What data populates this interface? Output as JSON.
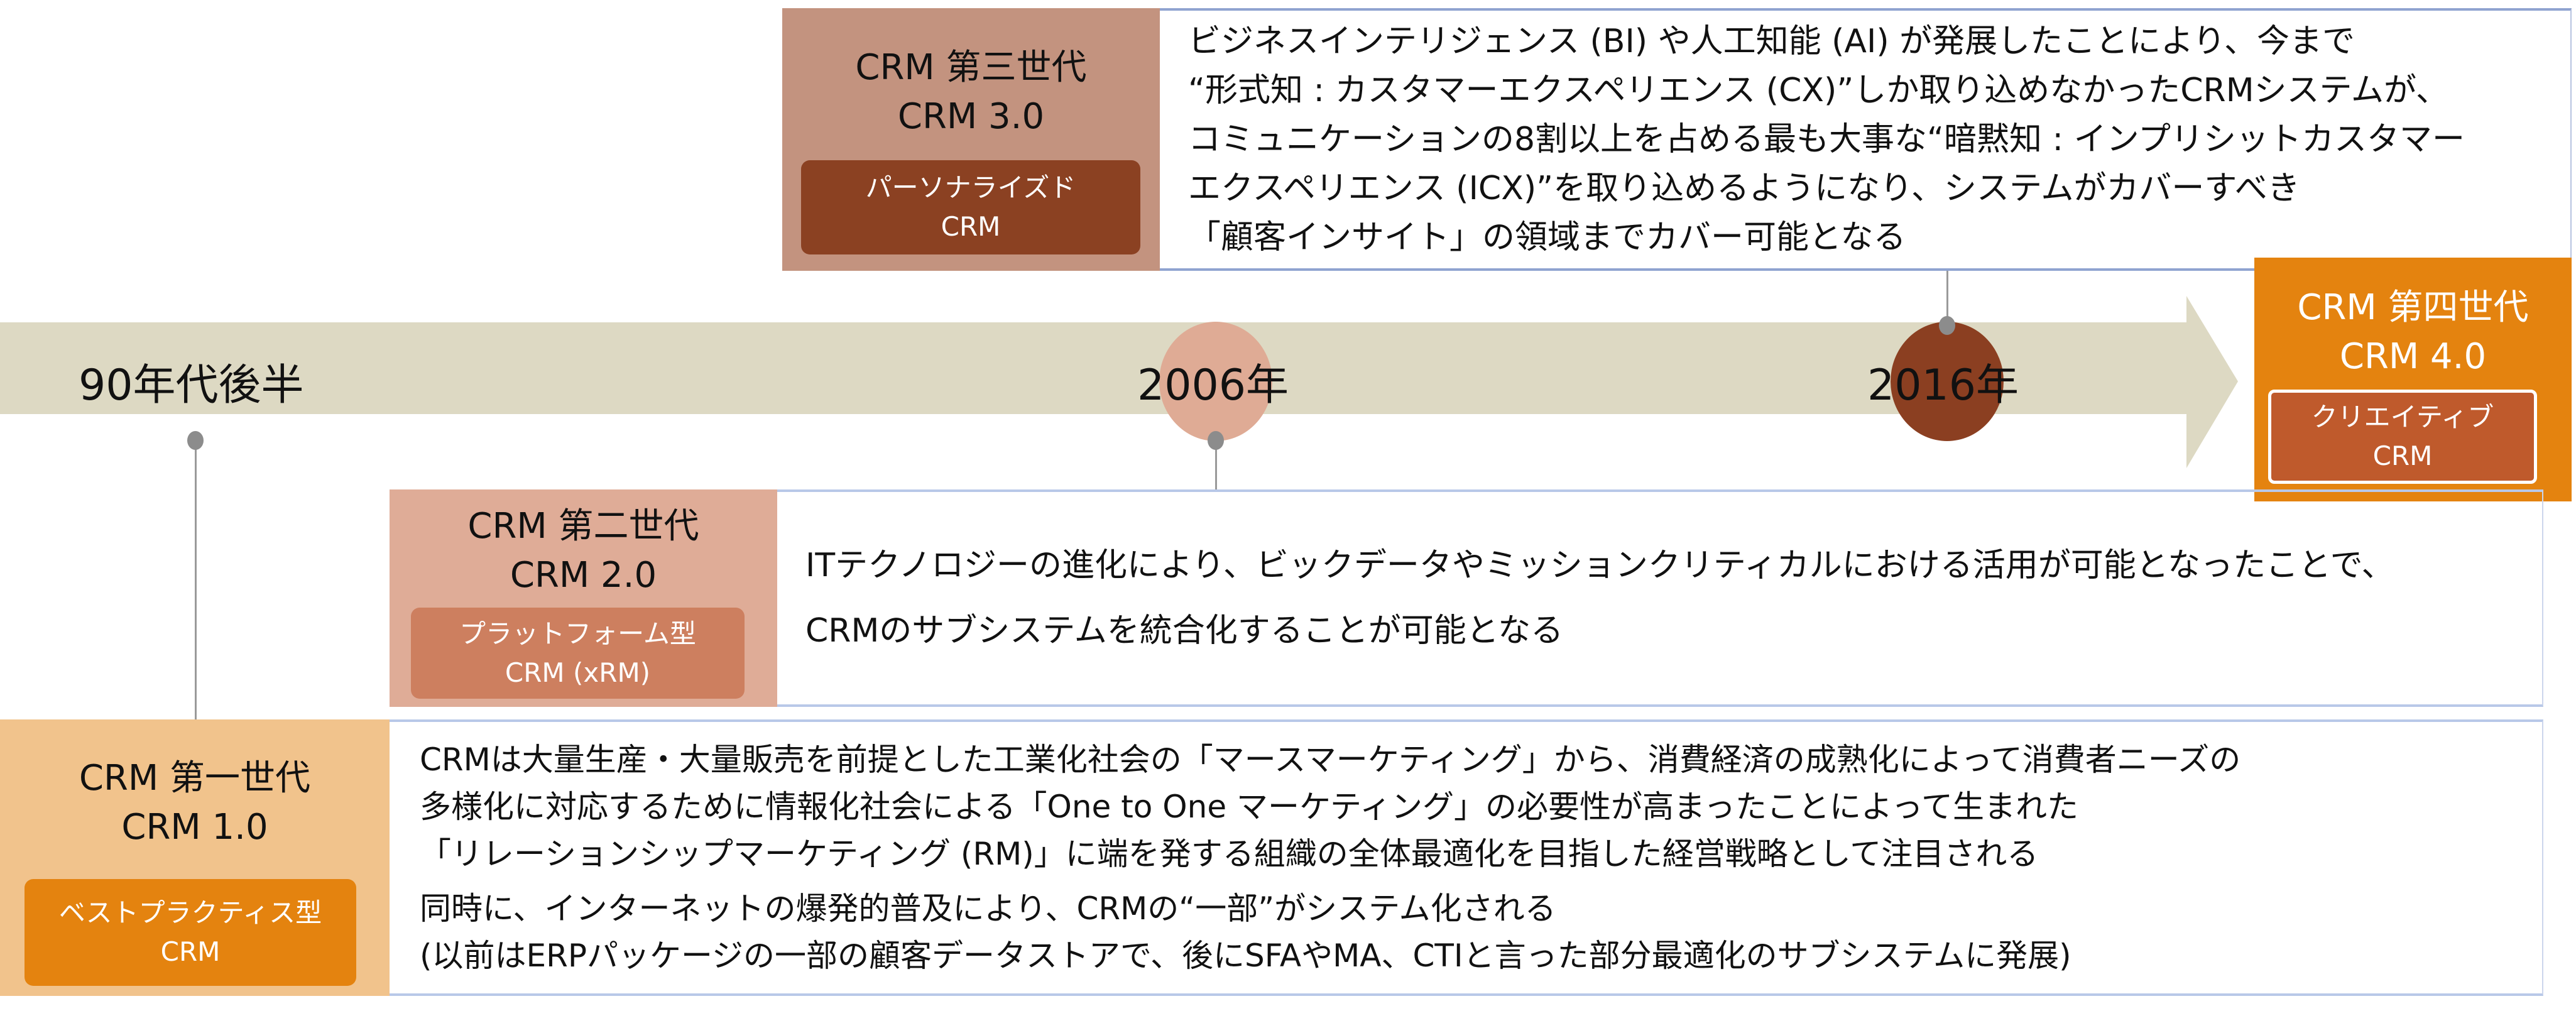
{
  "timeline": {
    "start_label": "90年代後半",
    "mark_2006": "2006年",
    "mark_2016": "2016年"
  },
  "generations": [
    {
      "title": "CRM 第一世代",
      "version": "CRM 1.0",
      "badge": [
        "ベストプラクティス型",
        "CRM"
      ],
      "description": [
        "CRMは大量生産・大量販売を前提とした工業化社会の「マースマーケティング」から、消費経済の成熟化によって消費者ニーズの",
        "多様化に対応するために情報化社会による「One to One マーケティング」の必要性が高まったことによって生まれた",
        "「リレーションシップマーケティング (RM)」に端を発する組織の全体最適化を目指した経営戦略として注目される",
        "同時に、インターネットの爆発的普及により、CRMの“一部”がシステム化される",
        "(以前はERPパッケージの一部の顧客データストアで、後にSFAやMA、CTIと言った部分最適化のサブシステムに発展)"
      ]
    },
    {
      "title": "CRM 第二世代",
      "version": "CRM 2.0",
      "badge": [
        "プラットフォーム型",
        "CRM (xRM)"
      ],
      "description": [
        "ITテクノロジーの進化により、ビックデータやミッションクリティカルにおける活用が可能となったことで、",
        "CRMのサブシステムを統合化することが可能となる"
      ]
    },
    {
      "title": "CRM 第三世代",
      "version": "CRM 3.0",
      "badge": [
        "パーソナライズド",
        "CRM"
      ],
      "description": [
        "ビジネスインテリジェンス (BI) や人工知能 (AI) が発展したことにより、今まで",
        "“形式知 : カスタマーエクスペリエンス (CX)”しか取り込めなかったCRMシステムが、",
        "コミュニケーションの8割以上を占める最も大事な“暗黙知 : インプリシットカスタマー",
        "エクスペリエンス (ICX)”を取り込めるようになり、システムがカバーすべき",
        "「顧客インサイト」の領域までカバー可能となる"
      ]
    },
    {
      "title": "CRM 第四世代",
      "version": "CRM 4.0",
      "badge": [
        "クリエイティブ",
        "CRM"
      ]
    }
  ],
  "colors": {
    "band": "#ddd9c3",
    "gen1": "#f1c38c",
    "gen1_badge": "#e4830f",
    "gen2": "#dfac97",
    "gen2_badge": "#cd7f5f",
    "gen3": "#c3937f",
    "gen3_badge": "#8b4122",
    "gen4": "#e4830f",
    "gen4_badge": "#bf5a2c",
    "circle2006": "#dfab95",
    "circle2016": "#8b3f21"
  }
}
